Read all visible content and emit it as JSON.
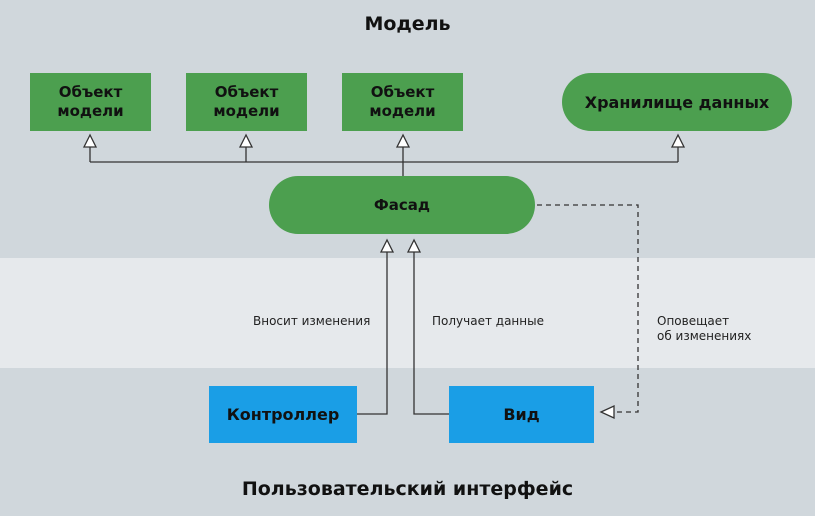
{
  "diagram": {
    "title_model": "Модель",
    "title_ui": "Пользовательский интерфейс",
    "nodes": {
      "model_object_1": "Объект\nмодели",
      "model_object_2": "Объект\nмодели",
      "model_object_3": "Объект\nмодели",
      "data_store": "Хранилище данных",
      "facade": "Фасад",
      "controller": "Контроллер",
      "view": "Вид"
    },
    "edge_labels": {
      "makes_changes": "Вносит изменения",
      "gets_data": "Получает данные",
      "notifies": "Оповещает\nоб изменениях"
    },
    "colors": {
      "model_green": "#4c9f4f",
      "ui_blue": "#1a9ee6",
      "band_dark": "#d0d7dc",
      "band_light": "#e6e9ec"
    }
  }
}
